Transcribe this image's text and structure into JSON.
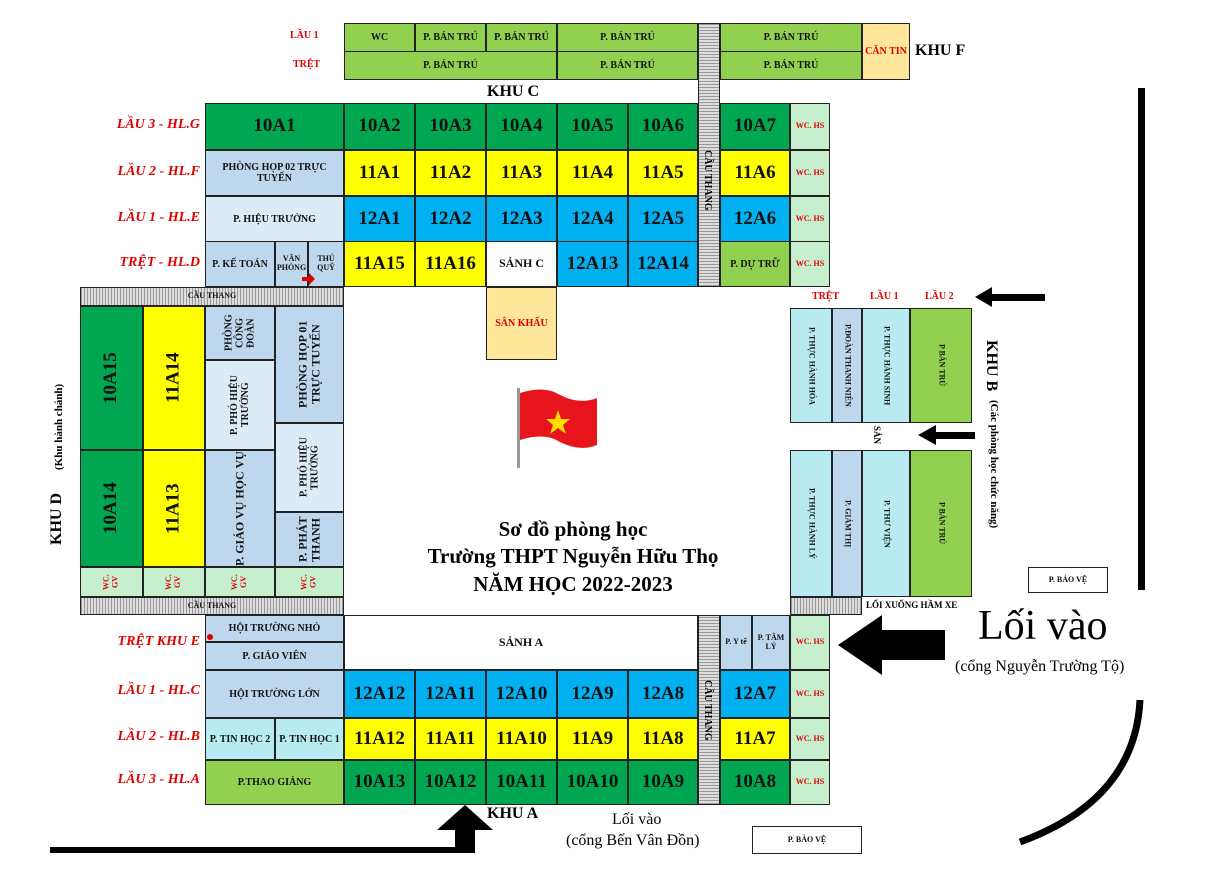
{
  "title": {
    "line1": "Sơ đồ phòng học",
    "line2": "Trường THPT Nguyễn Hữu Thọ",
    "line3": "NĂM HỌC 2022-2023"
  },
  "khu_f": {
    "label": "KHU F",
    "floor_labels": [
      "LẦU 1",
      "TRỆT"
    ],
    "lau1": [
      "WC",
      "P. BÁN TRÚ",
      "P. BÁN TRÚ",
      "P. BÁN TRÚ",
      "P. BÁN TRÚ"
    ],
    "tret": [
      "P. BÁN TRÚ",
      "P. BÁN TRÚ",
      "P. BÁN TRÚ"
    ],
    "canteen": "CĂN TIN"
  },
  "khu_c": {
    "label": "KHU C",
    "floor_labels": [
      "LẦU 3 - HL.G",
      "LẦU 2 - HL.F",
      "LẦU 1 - HL.E",
      "TRỆT - HL.D"
    ],
    "lau3": [
      "10A1",
      "10A2",
      "10A3",
      "10A4",
      "10A5",
      "10A6",
      "10A7",
      "WC. HS"
    ],
    "lau2": [
      "PHÒNG HỌP 02 TRỰC TUYẾN",
      "11A1",
      "11A2",
      "11A3",
      "11A4",
      "11A5",
      "11A6",
      "WC. HS"
    ],
    "lau1": [
      "P. HIỆU TRƯỞNG",
      "12A1",
      "12A2",
      "12A3",
      "12A4",
      "12A5",
      "12A6",
      "WC. HS"
    ],
    "tret": [
      "P. KẾ TOÁN",
      "VĂN PHÒNG",
      "THỦ QUỸ",
      "11A15",
      "11A16",
      "SẢNH C",
      "12A13",
      "12A14",
      "P. DỰ TRỮ",
      "WC. HS"
    ],
    "stairs": "CẦU THANG",
    "stage": "SÂN KHẤU"
  },
  "khu_d": {
    "label": "KHU D",
    "sublabel": "(Khu hành chánh)",
    "stairs_top": "CẦU THANG",
    "stairs_bottom": "CẦU THANG",
    "rooms": [
      "10A15",
      "11A14",
      "10A14",
      "11A13",
      "PHÒNG CÔNG ĐOÀN",
      "P. PHÓ HIỆU TRƯỞNG",
      "P. GIÁO VỤ HỌC VỤ",
      "PHÒNG HỌP 01 TRỰC TUYẾN",
      "P. PHÓ HIỆU TRƯỞNG",
      "P. PHÁT THANH"
    ],
    "wc": [
      "WC. GV",
      "WC. GV",
      "WC. GV",
      "WC. GV"
    ]
  },
  "khu_b": {
    "label": "KHU B",
    "sublabel": "(Các phòng học chức năng)",
    "floor_labels": [
      "TRỆT",
      "LẦU 1",
      "LẦU 2"
    ],
    "top": [
      "P. THỰC HÀNH HÓA",
      "P.ĐOÀN THANH NIÊN",
      "P. THỰC HÀNH SINH",
      "P BÁN TRÚ"
    ],
    "bottom": [
      "P. THỰC HÀNH LÝ",
      "P. GIÁM THỊ",
      "P. THƯ VIỆN",
      "P BÁN TRÚ"
    ],
    "yard": "SẢN",
    "parking": "LỐI XUỐNG HẦM XE"
  },
  "khu_a": {
    "label": "KHU A",
    "floor_labels": [
      "TRỆT KHU E",
      "LẦU 1 - HL.C",
      "LẦU 2 - HL.B",
      "LẦU 3 - HL.A"
    ],
    "tret": [
      "HỘI TRƯỜNG NHỎ",
      "P. GIÁO VIÊN",
      "SẢNH A",
      "P. Y tế",
      "P. TÂM LÝ",
      "WC. HS"
    ],
    "lau1": [
      "HỘI TRƯỜNG LỚN",
      "12A12",
      "12A11",
      "12A10",
      "12A9",
      "12A8",
      "12A7",
      "WC. HS"
    ],
    "lau2": [
      "P. TIN HỌC 2",
      "P. TIN HỌC 1",
      "11A12",
      "11A11",
      "11A10",
      "11A9",
      "11A8",
      "11A7",
      "WC. HS"
    ],
    "lau3": [
      "P.THAO GIẢNG",
      "10A13",
      "10A12",
      "10A11",
      "10A10",
      "10A9",
      "10A8",
      "WC. HS"
    ],
    "stairs": "CẦU THANG"
  },
  "entrances": {
    "main": "Lối vào",
    "main_sub": "(cổng Nguyễn Trường Tộ)",
    "side": "Lối vào",
    "side_sub": "(cổng Bến Vân Đồn)",
    "guard1": "P. BẢO VỆ",
    "guard2": "P. BẢO VỆ"
  },
  "colors": {
    "grade10": "#00a650",
    "grade11": "#ffff00",
    "grade12": "#00b0f0",
    "office": "#bdd7ee",
    "boarding": "#92d050",
    "label_red": "#e00000"
  }
}
